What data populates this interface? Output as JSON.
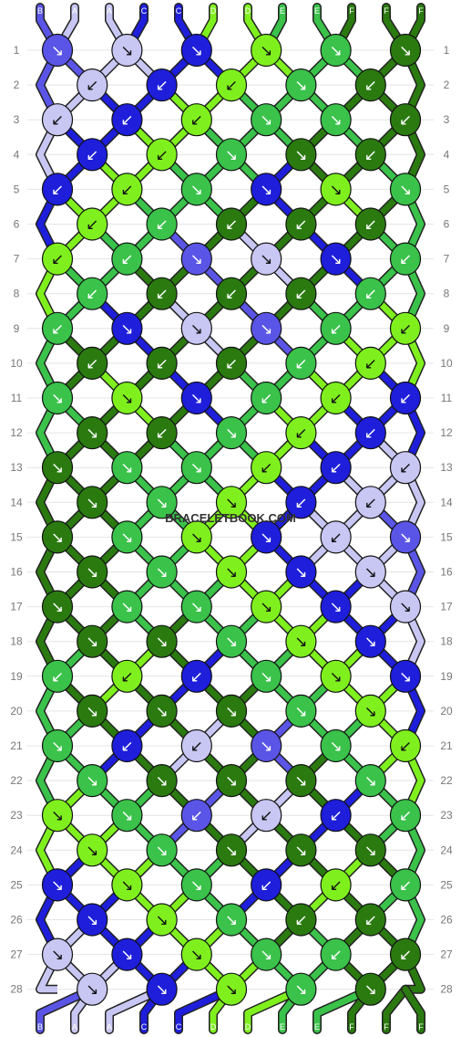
{
  "watermark": "BRACELETBOOK.COM",
  "colors": {
    "A": "#c8c6f2",
    "B": "#5a55e6",
    "C": "#1e1edb",
    "D": "#7ff01e",
    "E": "#3ac24a",
    "F": "#2a7a10"
  },
  "top_labels": [
    "B",
    "A",
    "A",
    "C",
    "C",
    "D",
    "D",
    "E",
    "E",
    "F",
    "F",
    "F"
  ],
  "bottom_labels": [
    "B",
    "A",
    "A",
    "C",
    "C",
    "D",
    "D",
    "E",
    "E",
    "F",
    "F",
    "F"
  ],
  "row_numbers": [
    "1",
    "2",
    "3",
    "4",
    "5",
    "6",
    "7",
    "8",
    "9",
    "10",
    "11",
    "12",
    "13",
    "14",
    "15",
    "16",
    "17",
    "18",
    "19",
    "20",
    "21",
    "22",
    "23",
    "24",
    "25",
    "26",
    "27",
    "28"
  ],
  "knot_rows": [
    {
      "row": 1,
      "knots": [
        [
          "B",
          "↘"
        ],
        [
          "A",
          "↘"
        ],
        [
          "C",
          "↘"
        ],
        [
          "D",
          "↘"
        ],
        [
          "E",
          "↘"
        ],
        [
          "F",
          "↘"
        ]
      ]
    },
    {
      "row": 2,
      "knots": [
        [
          "A",
          "↙"
        ],
        [
          "C",
          "↙"
        ],
        [
          "D",
          "↙"
        ],
        [
          "E",
          "↘"
        ],
        [
          "F",
          "↙"
        ]
      ]
    },
    {
      "row": 3,
      "knots": [
        [
          "A",
          "↙"
        ],
        [
          "C",
          "↙"
        ],
        [
          "D",
          "↙"
        ],
        [
          "E",
          "↘"
        ],
        [
          "E",
          "↘"
        ],
        [
          "F",
          "↙"
        ]
      ]
    },
    {
      "row": 4,
      "knots": [
        [
          "C",
          "↙"
        ],
        [
          "D",
          "↙"
        ],
        [
          "E",
          "↘"
        ],
        [
          "F",
          "↘"
        ],
        [
          "F",
          "↙"
        ]
      ]
    },
    {
      "row": 5,
      "knots": [
        [
          "C",
          "↙"
        ],
        [
          "D",
          "↙"
        ],
        [
          "E",
          "↘"
        ],
        [
          "C",
          "↘"
        ],
        [
          "D",
          "↘"
        ],
        [
          "E",
          "↘"
        ]
      ]
    },
    {
      "row": 6,
      "knots": [
        [
          "D",
          "↙"
        ],
        [
          "E",
          "↙"
        ],
        [
          "F",
          "↙"
        ],
        [
          "F",
          "↙"
        ],
        [
          "F",
          "↙"
        ]
      ]
    },
    {
      "row": 7,
      "knots": [
        [
          "D",
          "↙"
        ],
        [
          "E",
          "↙"
        ],
        [
          "B",
          "↘"
        ],
        [
          "A",
          "↘"
        ],
        [
          "C",
          "↘"
        ],
        [
          "E",
          "↙"
        ]
      ]
    },
    {
      "row": 8,
      "knots": [
        [
          "E",
          "↙"
        ],
        [
          "F",
          "↙"
        ],
        [
          "F",
          "↙"
        ],
        [
          "F",
          "↙"
        ],
        [
          "E",
          "↙"
        ]
      ]
    },
    {
      "row": 9,
      "knots": [
        [
          "E",
          "↙"
        ],
        [
          "C",
          "↘"
        ],
        [
          "A",
          "↘"
        ],
        [
          "B",
          "↘"
        ],
        [
          "E",
          "↙"
        ],
        [
          "D",
          "↙"
        ]
      ]
    },
    {
      "row": 10,
      "knots": [
        [
          "F",
          "↙"
        ],
        [
          "F",
          "↙"
        ],
        [
          "F",
          "↙"
        ],
        [
          "E",
          "↙"
        ],
        [
          "D",
          "↙"
        ]
      ]
    },
    {
      "row": 11,
      "knots": [
        [
          "E",
          "↘"
        ],
        [
          "D",
          "↘"
        ],
        [
          "C",
          "↘"
        ],
        [
          "E",
          "↙"
        ],
        [
          "D",
          "↙"
        ],
        [
          "C",
          "↙"
        ]
      ]
    },
    {
      "row": 12,
      "knots": [
        [
          "F",
          "↘"
        ],
        [
          "F",
          "↙"
        ],
        [
          "E",
          "↘"
        ],
        [
          "D",
          "↙"
        ],
        [
          "C",
          "↙"
        ]
      ]
    },
    {
      "row": 13,
      "knots": [
        [
          "F",
          "↘"
        ],
        [
          "E",
          "↘"
        ],
        [
          "E",
          "↘"
        ],
        [
          "D",
          "↙"
        ],
        [
          "C",
          "↙"
        ],
        [
          "A",
          "↙"
        ]
      ]
    },
    {
      "row": 14,
      "knots": [
        [
          "F",
          "↘"
        ],
        [
          "E",
          "↘"
        ],
        [
          "D",
          "↘"
        ],
        [
          "C",
          "↙"
        ],
        [
          "A",
          "↙"
        ]
      ]
    },
    {
      "row": 15,
      "knots": [
        [
          "F",
          "↘"
        ],
        [
          "E",
          "↘"
        ],
        [
          "D",
          "↘"
        ],
        [
          "C",
          "↘"
        ],
        [
          "A",
          "↙"
        ],
        [
          "B",
          "↘"
        ]
      ]
    },
    {
      "row": 16,
      "knots": [
        [
          "F",
          "↘"
        ],
        [
          "E",
          "↘"
        ],
        [
          "D",
          "↘"
        ],
        [
          "C",
          "↘"
        ],
        [
          "A",
          "↘"
        ]
      ]
    },
    {
      "row": 17,
      "knots": [
        [
          "F",
          "↘"
        ],
        [
          "E",
          "↘"
        ],
        [
          "E",
          "↘"
        ],
        [
          "D",
          "↘"
        ],
        [
          "C",
          "↘"
        ],
        [
          "A",
          "↘"
        ]
      ]
    },
    {
      "row": 18,
      "knots": [
        [
          "F",
          "↘"
        ],
        [
          "F",
          "↘"
        ],
        [
          "E",
          "↘"
        ],
        [
          "D",
          "↘"
        ],
        [
          "C",
          "↘"
        ]
      ]
    },
    {
      "row": 19,
      "knots": [
        [
          "E",
          "↙"
        ],
        [
          "D",
          "↙"
        ],
        [
          "C",
          "↙"
        ],
        [
          "E",
          "↘"
        ],
        [
          "D",
          "↘"
        ],
        [
          "C",
          "↘"
        ]
      ]
    },
    {
      "row": 20,
      "knots": [
        [
          "F",
          "↘"
        ],
        [
          "F",
          "↘"
        ],
        [
          "F",
          "↘"
        ],
        [
          "E",
          "↘"
        ],
        [
          "D",
          "↘"
        ]
      ]
    },
    {
      "row": 21,
      "knots": [
        [
          "E",
          "↘"
        ],
        [
          "C",
          "↙"
        ],
        [
          "A",
          "↙"
        ],
        [
          "B",
          "↘"
        ],
        [
          "E",
          "↘"
        ],
        [
          "D",
          "↙"
        ]
      ]
    },
    {
      "row": 22,
      "knots": [
        [
          "E",
          "↘"
        ],
        [
          "F",
          "↘"
        ],
        [
          "F",
          "↘"
        ],
        [
          "F",
          "↘"
        ],
        [
          "E",
          "↘"
        ]
      ]
    },
    {
      "row": 23,
      "knots": [
        [
          "D",
          "↘"
        ],
        [
          "E",
          "↘"
        ],
        [
          "B",
          "↙"
        ],
        [
          "A",
          "↙"
        ],
        [
          "C",
          "↙"
        ],
        [
          "E",
          "↙"
        ]
      ]
    },
    {
      "row": 24,
      "knots": [
        [
          "D",
          "↘"
        ],
        [
          "E",
          "↘"
        ],
        [
          "F",
          "↘"
        ],
        [
          "F",
          "↘"
        ],
        [
          "F",
          "↘"
        ]
      ]
    },
    {
      "row": 25,
      "knots": [
        [
          "C",
          "↘"
        ],
        [
          "D",
          "↘"
        ],
        [
          "E",
          "↘"
        ],
        [
          "C",
          "↙"
        ],
        [
          "D",
          "↙"
        ],
        [
          "E",
          "↙"
        ]
      ]
    },
    {
      "row": 26,
      "knots": [
        [
          "C",
          "↘"
        ],
        [
          "D",
          "↘"
        ],
        [
          "E",
          "↘"
        ],
        [
          "F",
          "↙"
        ],
        [
          "F",
          "↙"
        ]
      ]
    },
    {
      "row": 27,
      "knots": [
        [
          "A",
          "↘"
        ],
        [
          "C",
          "↘"
        ],
        [
          "D",
          "↘"
        ],
        [
          "E",
          "↘"
        ],
        [
          "E",
          "↙"
        ],
        [
          "F",
          "↙"
        ]
      ]
    },
    {
      "row": 28,
      "knots": [
        [
          "A",
          "↘"
        ],
        [
          "C",
          "↘"
        ],
        [
          "D",
          "↘"
        ],
        [
          "E",
          "↘"
        ],
        [
          "F",
          "↘"
        ]
      ]
    }
  ]
}
